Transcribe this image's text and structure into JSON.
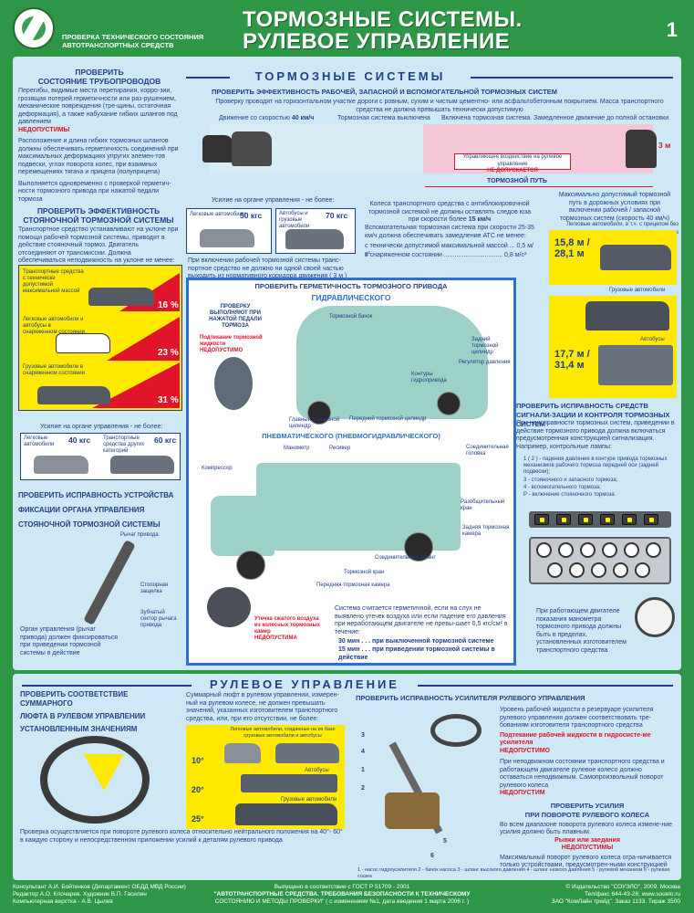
{
  "header": {
    "sub_line1": "ПРОВЕРКА ТЕХНИЧЕСКОГО СОСТОЯНИЯ",
    "sub_line2": "АВТОТРАНСПОРТНЫХ СРЕДСТВ",
    "title_line1": "ТОРМОЗНЫЕ СИСТЕМЫ.",
    "title_line2": "РУЛЕВОЕ УПРАВЛЕНИЕ",
    "page_number": "1"
  },
  "brake": {
    "section_title": "ТОРМОЗНЫЕ СИСТЕМЫ",
    "pipes": {
      "heading1": "ПРОВЕРИТЬ",
      "heading2": "СОСТОЯНИЕ ТРУБОПРОВОДОВ",
      "text": "Перегибы, видимые места перетирания, корро-зии, грозящая потерей герметичности или раз-рушением, механические повреждения (тре-щины, остаточная деформация), а также набухание гибких шлангов под давлением",
      "forbidden": "НЕДОПУСТИМЫ",
      "text2": "Расположение и длина гибких тормозных шлангов должны обеспечивать герметичность соединений при максимальных деформациях упругих элемен-тов подвески, углах поворота колес, при взаимных перемещениях тягача и прицепа (полуприцепа)",
      "text3": "Выполняется одновременно с проверкой герметич-ности тормозного привода при нажатой педали тормоза"
    },
    "efficiency": {
      "heading": "ПРОВЕРИТЬ ЭФФЕКТИВНОСТЬ РАБОЧЕЙ, ЗАПАСНОЙ И ВСПОМОГАТЕЛЬНОЙ ТОРМОЗНЫХ СИСТЕМ",
      "intro": "Проверку проводят на горизонтальном участке дороги с ровным, сухим и чистым цементно- или асфальтобетонным покрытием. Масса транспортного средства не должна превышать технически допустимую",
      "speed_label": "Движение со скоростью",
      "speed_value": "40 км/ч",
      "brake_off": "Тормозная система выключена",
      "brake_on": "Включена тормозная система. Замедленное движение до полной остановки",
      "warning1": "Управляющее воздействие на рулевое управление",
      "warning2": "НЕ ДОПУСКАЕТСЯ",
      "lane_width": "3 м",
      "brake_path": "ТОРМОЗНОЙ ПУТЬ",
      "pedal_force": "Усилие на органе управления - не более:",
      "force_cars": "Легковые автомобили",
      "force_cars_value": "50 кгс",
      "force_buses": "Автобусы и грузовые автомобили",
      "force_buses_value": "70 кгс",
      "abs_note": "Колеса транспортного средства с антиблокировочной тормозной системой не должны оставлять следов юза при скорости более",
      "abs_speed": "15 км/ч",
      "corridor_note": "При включении рабочей тормозной системы транс-портное средство не должно ни одной своей частью выходить из нормативного коридора движения ( 3 м )",
      "aux_note": "Вспомогательная тормозная система при скорости 25-35 км/ч должна обеспечивать замедление АТС не менее:",
      "aux_max_mass": "с технически допустимой максимальной массой ... 0,5 м/с²",
      "aux_curb": "в снаряженном состоянии ................................. 0,8 м/с²",
      "max_path_heading": "Максимально допустимый тормозной путь в дорожных условиях при включении рабочей / запасной тормозных систем (скорость 40 км/ч)",
      "path_cars": "Легковые автомобили, в т.ч. с прицепом без тормозов",
      "path_cars_values": "15,8 м / 28,1 м",
      "path_trucks": "Грузовые автомобили",
      "path_buses": "Автобусы",
      "path_trucks_values": "17,7 м / 31,4 м"
    },
    "parking": {
      "heading1": "ПРОВЕРИТЬ ЭФФЕКТИВНОСТЬ",
      "heading2": "СТОЯНОЧНОЙ ТОРМОЗНОЙ СИСТЕМЫ",
      "text": "Транспортное средство устанавливают на уклоне при помощи рабочей тормозной системы, приводят в действие стояночный тормоз. Двигатель отсоединяют от трансмиссии. Должна обеспечиваться неподвижность на уклоне не менее:",
      "rows": [
        {
          "label": "Транспортные средства с технически допустимой максимальной массой",
          "value": "16 %"
        },
        {
          "label": "Легковые автомобили и автобусы в снаряженном состоянии",
          "value": "23 %"
        },
        {
          "label": "Грузовые автомобили в снаряженном состоянии",
          "value": "31 %"
        }
      ],
      "force_heading": "Усилие на органе управления - не более:",
      "force_cars": "Легковые автомобили",
      "force_cars_value": "40 кгс",
      "force_trucks": "Транспортные средства других категорий",
      "force_trucks_value": "60 кгс"
    },
    "lock": {
      "heading1": "ПРОВЕРИТЬ ИСПРАВНОСТЬ УСТРОЙСТВА",
      "heading2": "ФИКСАЦИИ ОРГАНА УПРАВЛЕНИЯ",
      "heading3": "СТОЯНОЧНОЙ ТОРМОЗНОЙ СИСТЕМЫ",
      "lever": "Рычаг привода",
      "latch": "Стопорная защелка",
      "sector": "Зубчатый сектор рычага привода",
      "text": "Орган управления (рычаг привода) должен фиксироваться при приведении тормозной системы в действие"
    },
    "tightness": {
      "heading": "ПРОВЕРИТЬ ГЕРМЕТИЧНОСТЬ ТОРМОЗНОГО ПРИВОДА",
      "hydraulic": "ГИДРАВЛИЧЕСКОГО",
      "pneumatic": "ПНЕВМАТИЧЕСКОГО (ПНЕВМОГИДРАВЛИЧЕСКОГО)",
      "check_note": "ПРОВЕРКУ ВЫПОЛНЯЮТ ПРИ НАЖАТОЙ ПЕДАЛИ ТОРМОЗА",
      "fluid_leak": "Подтекание тормозной жидкости",
      "fluid_forbidden": "НЕДОПУСТИМО",
      "tank": "Тормозной бачок",
      "rear_cyl": "Задний тормозной цилиндр",
      "regulator": "Регулятор давления",
      "circuits": "Контуры гидропривода",
      "main_cyl": "Главный тормозной цилиндр",
      "front_cyl": "Передний тормозной цилиндр",
      "manometer": "Манометр",
      "receiver": "Ресивер",
      "head": "Соединительная головка",
      "compressor": "Компрессор",
      "valve": "Разобщительный кран",
      "rear_chamber": "Задняя тормозная камера",
      "hose": "Соединительный шланг",
      "brake_valve": "Тормозной кран",
      "front_chamber": "Передняя тормозная камера",
      "air_leak": "Утечка сжатого воздуха из колесных тормозных камер",
      "air_forbidden": "НЕДОПУСТИМА",
      "sealed_note": "Система считается герметичной, если на слух не выявлено утечек воздуха или если падение его давления при неработающем двигателе не превы-шает 0,5 кгс/см² в течение:",
      "min30": "30 мин . . . при выключенной тормозной системе",
      "min15": "15 мин . . . при приведении тормозной системы в действие"
    },
    "signal": {
      "heading": "ПРОВЕРИТЬ ИСПРАВНОСТЬ СРЕДСТВ СИГНАЛИ-ЗАЦИИ И КОНТРОЛЯ ТОРМОЗНЫХ СИСТЕМ",
      "text": "При неисправности тормозных систем, приведении в действие тормозного привода должна включаться предусмотренная конструкцией сигнализация. Например, контрольные лампы:",
      "lamp1": "1 ( 2 ) - падения давления в контуре привода тормозных механизмов рабочего тормоза передней оси (задней подвески);",
      "lamp3": "3 - стояночного и запасного тормоза;",
      "lamp4": "4 - вспомогательного тормоза;",
      "lampP": "Р - включение стояночного тормоза",
      "gauge_note": "При работающем двигателе показания манометра тормозного привода должны быть в пределах, установленных изготовителем транспортного средства"
    }
  },
  "steering": {
    "section_title": "РУЛЕВОЕ УПРАВЛЕНИЕ",
    "play": {
      "heading1": "ПРОВЕРИТЬ СООТВЕТСТВИЕ СУММАРНОГО",
      "heading2": "ЛЮФТА В РУЛЕВОМ УПРАВЛЕНИИ",
      "heading3": "УСТАНОВЛЕННЫМ ЗНАЧЕНИЯМ",
      "text": "Суммарный люфт в рулевом управлении, измерен-ный на рулевом колесе, не должен превышать значений, указанных изготовителем транспортного средства, или, при его отсутствии, не более:",
      "cars_label": "Легковые автомобили, созданные на их базе грузовые автомобили и автобусы",
      "buses_label": "Автобусы",
      "trucks_label": "Грузовые автомобили",
      "deg10": "10°",
      "deg20": "20°",
      "deg25": "25°",
      "check_text": "Проверка осуществляется при повороте рулевого колеса относительно нейтрального положения на 40°- 60° в каждую сторону и непосредственном приложении усилий к деталям рулевого привода"
    },
    "booster": {
      "heading": "ПРОВЕРИТЬ ИСПРАВНОСТЬ УСИЛИТЕЛЯ РУЛЕВОГО УПРАВЛЕНИЯ",
      "level_text": "Уровень рабочей жидкости в резервуаре усилителя рулевого управления должен соответствовать тре-бованиям изготовителя транспортного средства",
      "leak": "Подтекание рабочей жидкости в гидросисте-ме усилителя",
      "leak_forbidden": "НЕДОПУСТИМО",
      "stopped_text": "При неподвижном состоянии транспортного средства и работающем двигателе рулевое колесо должно оставаться неподвижным. Самопроизвольный поворот рулевого колеса",
      "stopped_forbidden": "НЕДОПУСТИМ",
      "force_heading1": "ПРОВЕРИТЬ УСИЛИЯ",
      "force_heading2": "ПРИ ПОВОРОТЕ РУЛЕВОГО КОЛЕСА",
      "force_text": "Во всем диапазоне поворота рулевого колеса измене-ние усилия должно быть плавным.",
      "jerk": "Рывки или заедания",
      "jerk_forbidden": "НЕДОПУСТИМЫ",
      "max_turn": "Максимальный поворот рулевого колеса огра-ничивается только устройствами, предусмотрен-ными конструкцией",
      "legend": "1 - насос гидроусилителя  2 - бачок насоса  3 - шланг высокого давления  4 - шланг низкого давления  5 - рулевой механизм  6 - рулевая сошка",
      "callouts": [
        "3",
        "4",
        "1",
        "2",
        "5",
        "6"
      ]
    }
  },
  "footer": {
    "credits1": "Консультант А.И. Бойтенков (Департамент ОБДД МВД России)",
    "credits2": "Редактор А.О. Клочарев. Художник В.П. Гасилин",
    "credits3": "Компьютерная верстка - А.В. Цылев",
    "std1": "Выпущено в соответствии с ГОСТ Р 51709 - 2001",
    "std2": "\"АВТОТРАНСПОРТНЫЕ СРЕДСТВА. ТРЕБОВАНИЯ БЕЗОПАСНОСТИ К ТЕХНИЧЕСКОМУ",
    "std3": "СОСТОЯНИЮ И МЕТОДЫ ПРОВЕРКИ\" ( с изменением №1, дата введения 1 марта 2006 г. )",
    "pub1": "© Издательство \"СОУЭЛО\", 2009. Москва",
    "pub2": "Тел/факс 644-43-26; www.souelo.ru",
    "pub3": "ЗАО \"КомЛайн трейд\". Заказ 1133. Тираж 3500"
  },
  "colors": {
    "background_green": "#2e9647",
    "panel_blue": "#cfe8f5",
    "title_blue": "#1f3f8a",
    "accent_red": "#e0142a",
    "highlight_yellow": "#ffe900"
  }
}
